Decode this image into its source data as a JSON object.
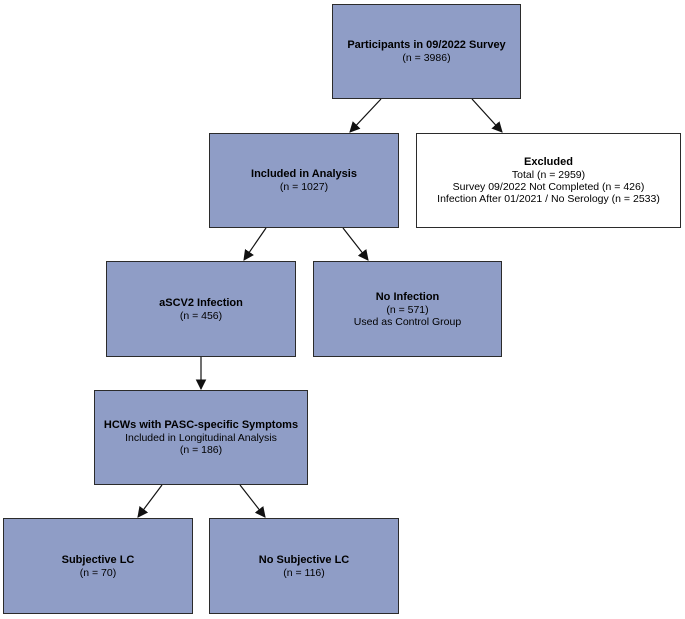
{
  "colors": {
    "box_fill": "#8f9dc6",
    "border": "#2b2b2b",
    "excluded_fill": "#ffffff"
  },
  "nodes": {
    "participants": {
      "title": "Participants in 09/2022 Survey",
      "lines": [
        "(n = 3986)"
      ]
    },
    "included": {
      "title": "Included in Analysis",
      "lines": [
        "(n = 1027)"
      ]
    },
    "excluded": {
      "title": "Excluded",
      "lines": [
        "Total (n = 2959)",
        "Survey 09/2022 Not Completed (n = 426)",
        "Infection After 01/2021 / No Serology (n = 2533)"
      ]
    },
    "ascv2": {
      "title": "aSCV2 Infection",
      "lines": [
        "(n = 456)"
      ]
    },
    "no_infection": {
      "title": "No Infection",
      "lines": [
        "(n = 571)",
        "Used as Control Group"
      ]
    },
    "hcws": {
      "title": "HCWs with PASC-specific Symptoms",
      "lines": [
        "Included in Longitudinal Analysis",
        "(n = 186)"
      ]
    },
    "subjective_lc": {
      "title": "Subjective LC",
      "lines": [
        "(n = 70)"
      ]
    },
    "no_subjective_lc": {
      "title": "No Subjective LC",
      "lines": [
        "(n = 116)"
      ]
    }
  }
}
